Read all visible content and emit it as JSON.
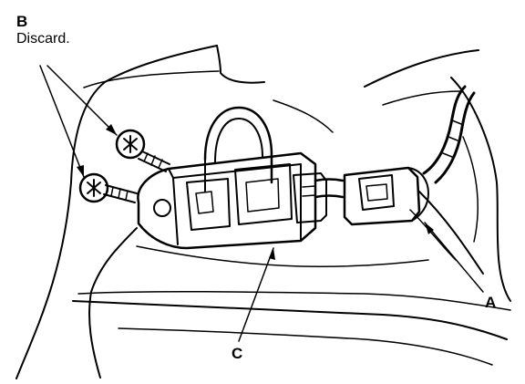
{
  "callouts": {
    "a": "A",
    "b": "B",
    "c": "C"
  },
  "notes": {
    "b_note": "Discard."
  },
  "colors": {
    "ink": "#000000",
    "paper": "#ffffff"
  }
}
